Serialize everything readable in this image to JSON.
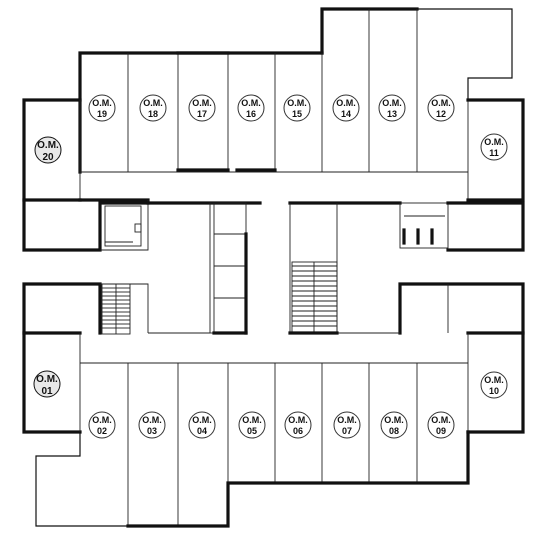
{
  "plan": {
    "units": [
      {
        "id": "unit-02",
        "prefix": "O.M.",
        "number": "02"
      },
      {
        "id": "unit-03",
        "prefix": "O.M.",
        "number": "03"
      },
      {
        "id": "unit-04",
        "prefix": "O.M.",
        "number": "04"
      },
      {
        "id": "unit-05",
        "prefix": "O.M.",
        "number": "05"
      },
      {
        "id": "unit-06",
        "prefix": "O.M.",
        "number": "06"
      },
      {
        "id": "unit-07",
        "prefix": "O.M.",
        "number": "07"
      },
      {
        "id": "unit-08",
        "prefix": "O.M.",
        "number": "08"
      },
      {
        "id": "unit-09",
        "prefix": "O.M.",
        "number": "09"
      },
      {
        "id": "unit-10",
        "prefix": "O.M.",
        "number": "10"
      },
      {
        "id": "unit-11",
        "prefix": "O.M.",
        "number": "11"
      },
      {
        "id": "unit-12",
        "prefix": "O.M.",
        "number": "12"
      },
      {
        "id": "unit-13",
        "prefix": "O.M.",
        "number": "13"
      },
      {
        "id": "unit-14",
        "prefix": "O.M.",
        "number": "14"
      },
      {
        "id": "unit-15",
        "prefix": "O.M.",
        "number": "15"
      },
      {
        "id": "unit-16",
        "prefix": "O.M.",
        "number": "16"
      },
      {
        "id": "unit-17",
        "prefix": "O.M.",
        "number": "17"
      },
      {
        "id": "unit-18",
        "prefix": "O.M.",
        "number": "18"
      },
      {
        "id": "unit-19",
        "prefix": "O.M.",
        "number": "19"
      },
      {
        "id": "unit-20",
        "prefix": "O.M.",
        "number": "20"
      },
      {
        "id": "unit-01",
        "prefix": "O.M.",
        "number": "01"
      }
    ]
  }
}
